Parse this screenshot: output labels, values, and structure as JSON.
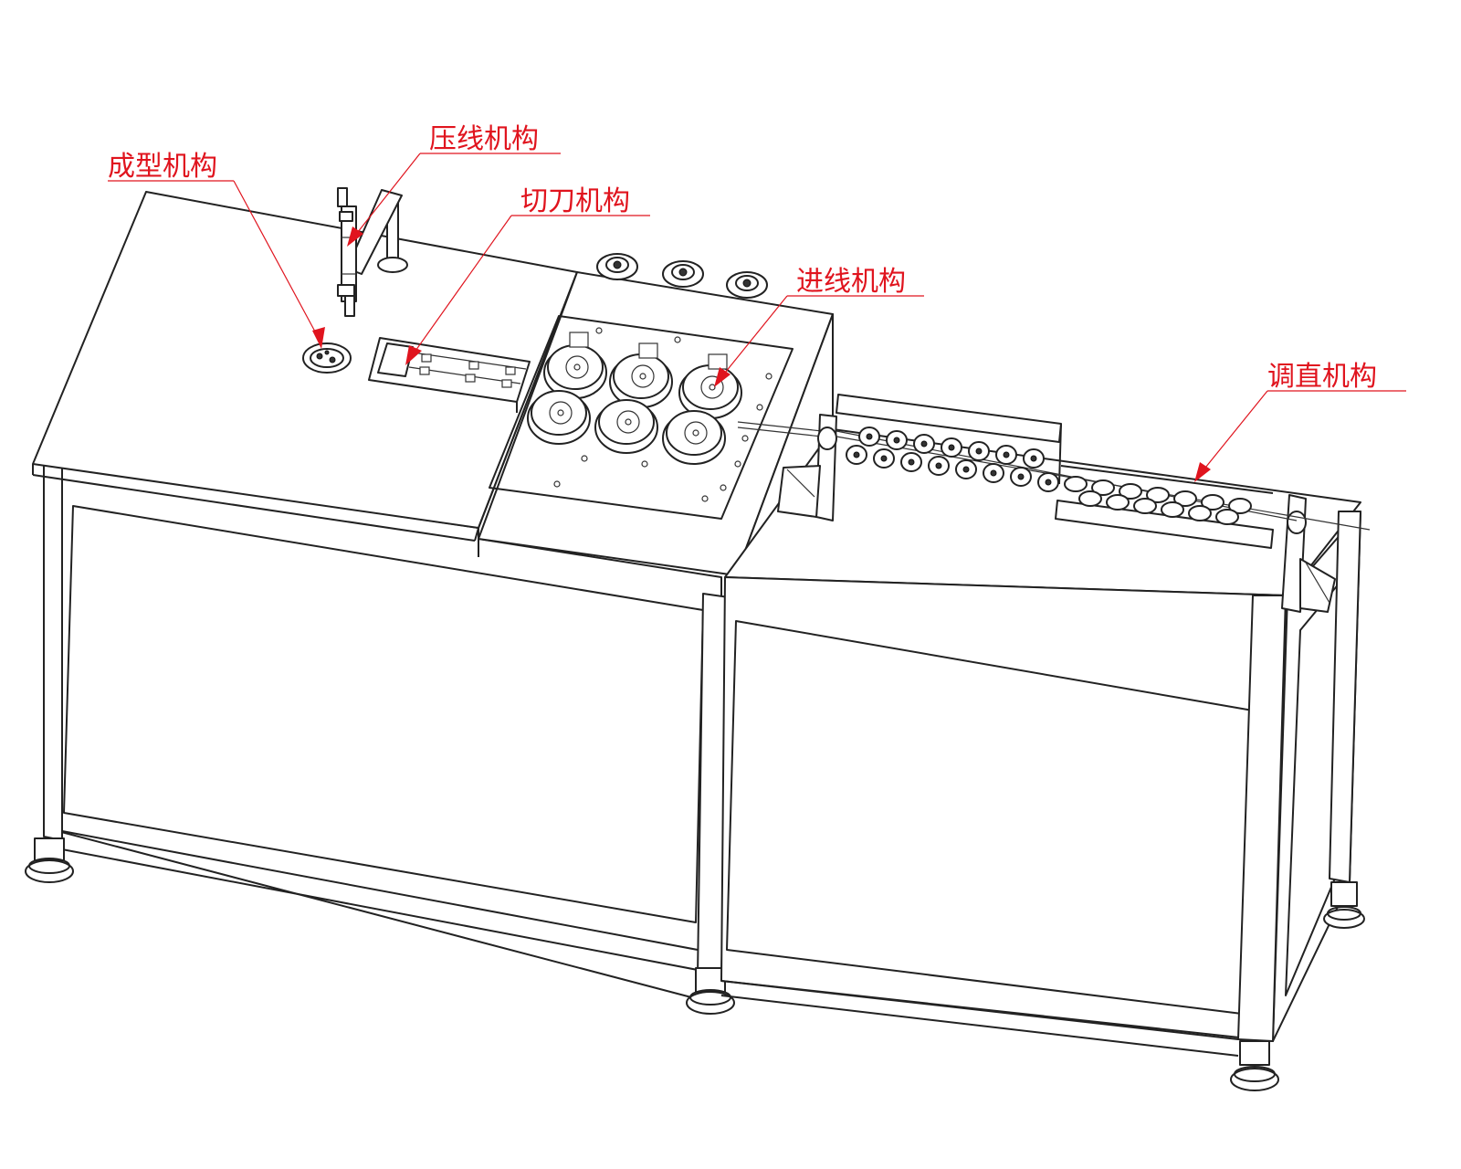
{
  "colors": {
    "callout": "#e0141e",
    "drawing": "#222222",
    "background": "#ffffff"
  },
  "labels": [
    {
      "id": "forming",
      "text": "成型机构"
    },
    {
      "id": "press",
      "text": "压线机构"
    },
    {
      "id": "cutter",
      "text": "切刀机构"
    },
    {
      "id": "feed",
      "text": "进线机构"
    },
    {
      "id": "straighten",
      "text": "调直机构"
    }
  ]
}
